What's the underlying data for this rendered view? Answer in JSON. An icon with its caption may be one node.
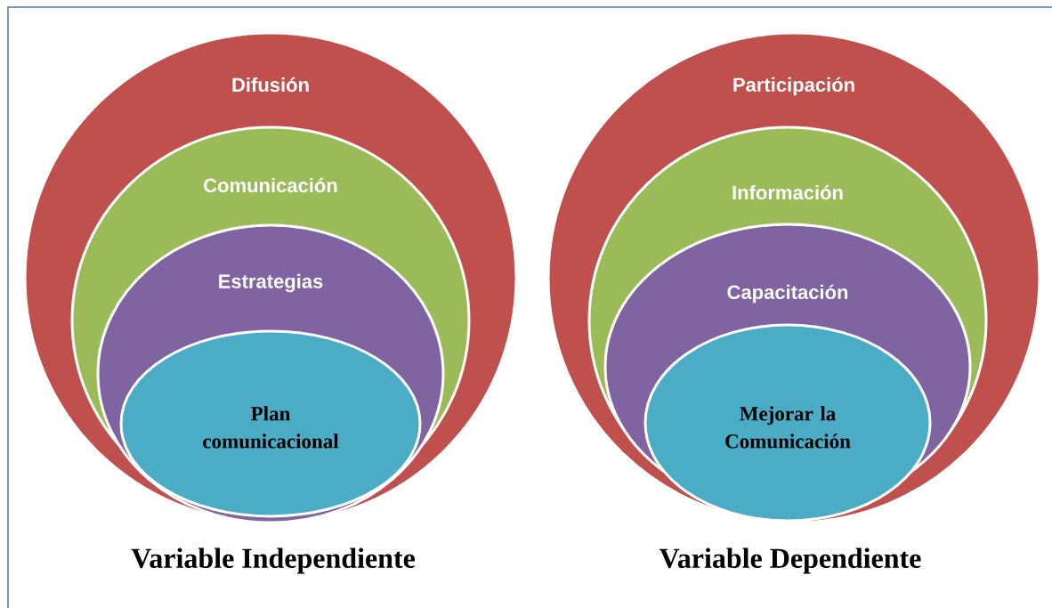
{
  "diagram": {
    "nodes": [
      {
        "text": [
          "Difusión"
        ]
      },
      {
        "text": [
          "Comunicación"
        ],
        "in": 0
      },
      {
        "text": [
          "Estrategias"
        ],
        "in": 1
      },
      {
        "text": [
          "Plan comunicacional"
        ],
        "in": 2
      },
      {
        "text": [
          "Participación"
        ]
      },
      {
        "text": [
          "Información"
        ],
        "in": 4
      },
      {
        "text": [
          "Capacitación"
        ],
        "in": 5
      },
      {
        "text": [
          "Mejorar la Comunicación"
        ],
        "in": 6
      }
    ],
    "labels": [
      "Variable Independiente",
      "Variable Dependiente"
    ]
  }
}
